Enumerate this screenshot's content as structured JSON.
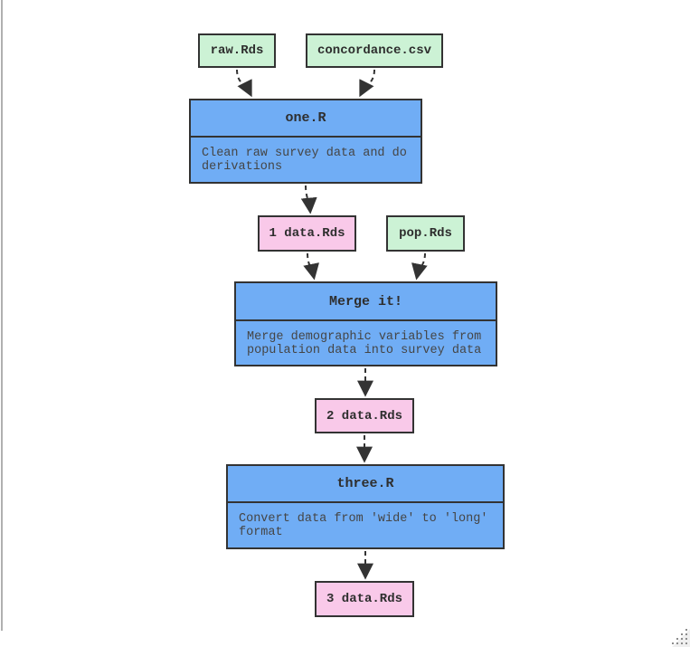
{
  "colors": {
    "input_fill": "#ccf2d5",
    "script_fill": "#70adf5",
    "output_fill": "#f9c9e9",
    "border": "#333333",
    "arrow": "#333333",
    "label_text": "#2e2e2e",
    "subtitle_text": "#454545",
    "frame_line": "#b0b0b0"
  },
  "nodes": {
    "raw": {
      "label": "raw.Rds"
    },
    "concordance": {
      "label": "concordance.csv"
    },
    "one": {
      "title": "one.R",
      "description": "Clean raw survey data and do derivations"
    },
    "data1": {
      "label": "1 data.Rds"
    },
    "pop": {
      "label": "pop.Rds"
    },
    "merge": {
      "title": "Merge it!",
      "description": "Merge demographic variables from population data into survey data"
    },
    "data2": {
      "label": "2 data.Rds"
    },
    "three": {
      "title": "three.R",
      "description": "Convert data from 'wide' to 'long' format"
    },
    "data3": {
      "label": "3 data.Rds"
    }
  },
  "edges": [
    {
      "from": "raw.Rds",
      "to": "one.R"
    },
    {
      "from": "concordance.csv",
      "to": "one.R"
    },
    {
      "from": "one.R",
      "to": "1 data.Rds"
    },
    {
      "from": "1 data.Rds",
      "to": "Merge it!"
    },
    {
      "from": "pop.Rds",
      "to": "Merge it!"
    },
    {
      "from": "Merge it!",
      "to": "2 data.Rds"
    },
    {
      "from": "2 data.Rds",
      "to": "three.R"
    },
    {
      "from": "three.R",
      "to": "3 data.Rds"
    }
  ]
}
